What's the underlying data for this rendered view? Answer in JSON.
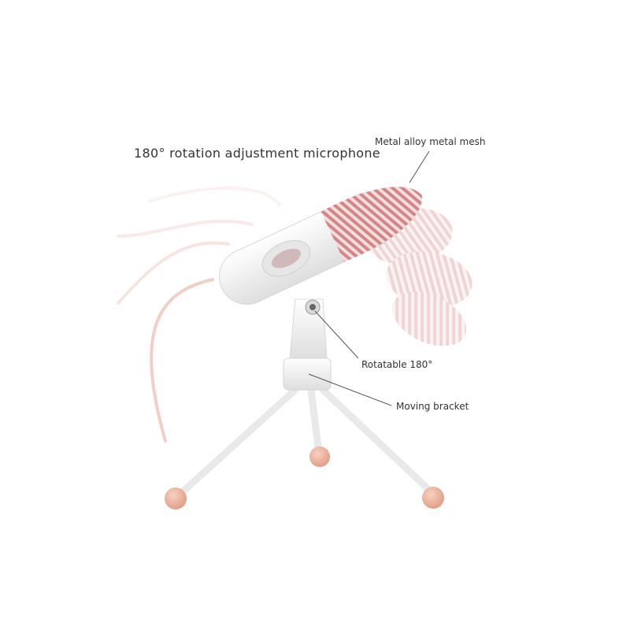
{
  "title": "180° rotation adjustment microphone",
  "callouts": {
    "mesh": "Metal alloy metal mesh",
    "rotatable": "Rotatable 180°",
    "bracket": "Moving bracket"
  },
  "colors": {
    "accent_pink": "#d98b8b",
    "foot": "#f0b8a2",
    "body": "#f4f4f4"
  }
}
